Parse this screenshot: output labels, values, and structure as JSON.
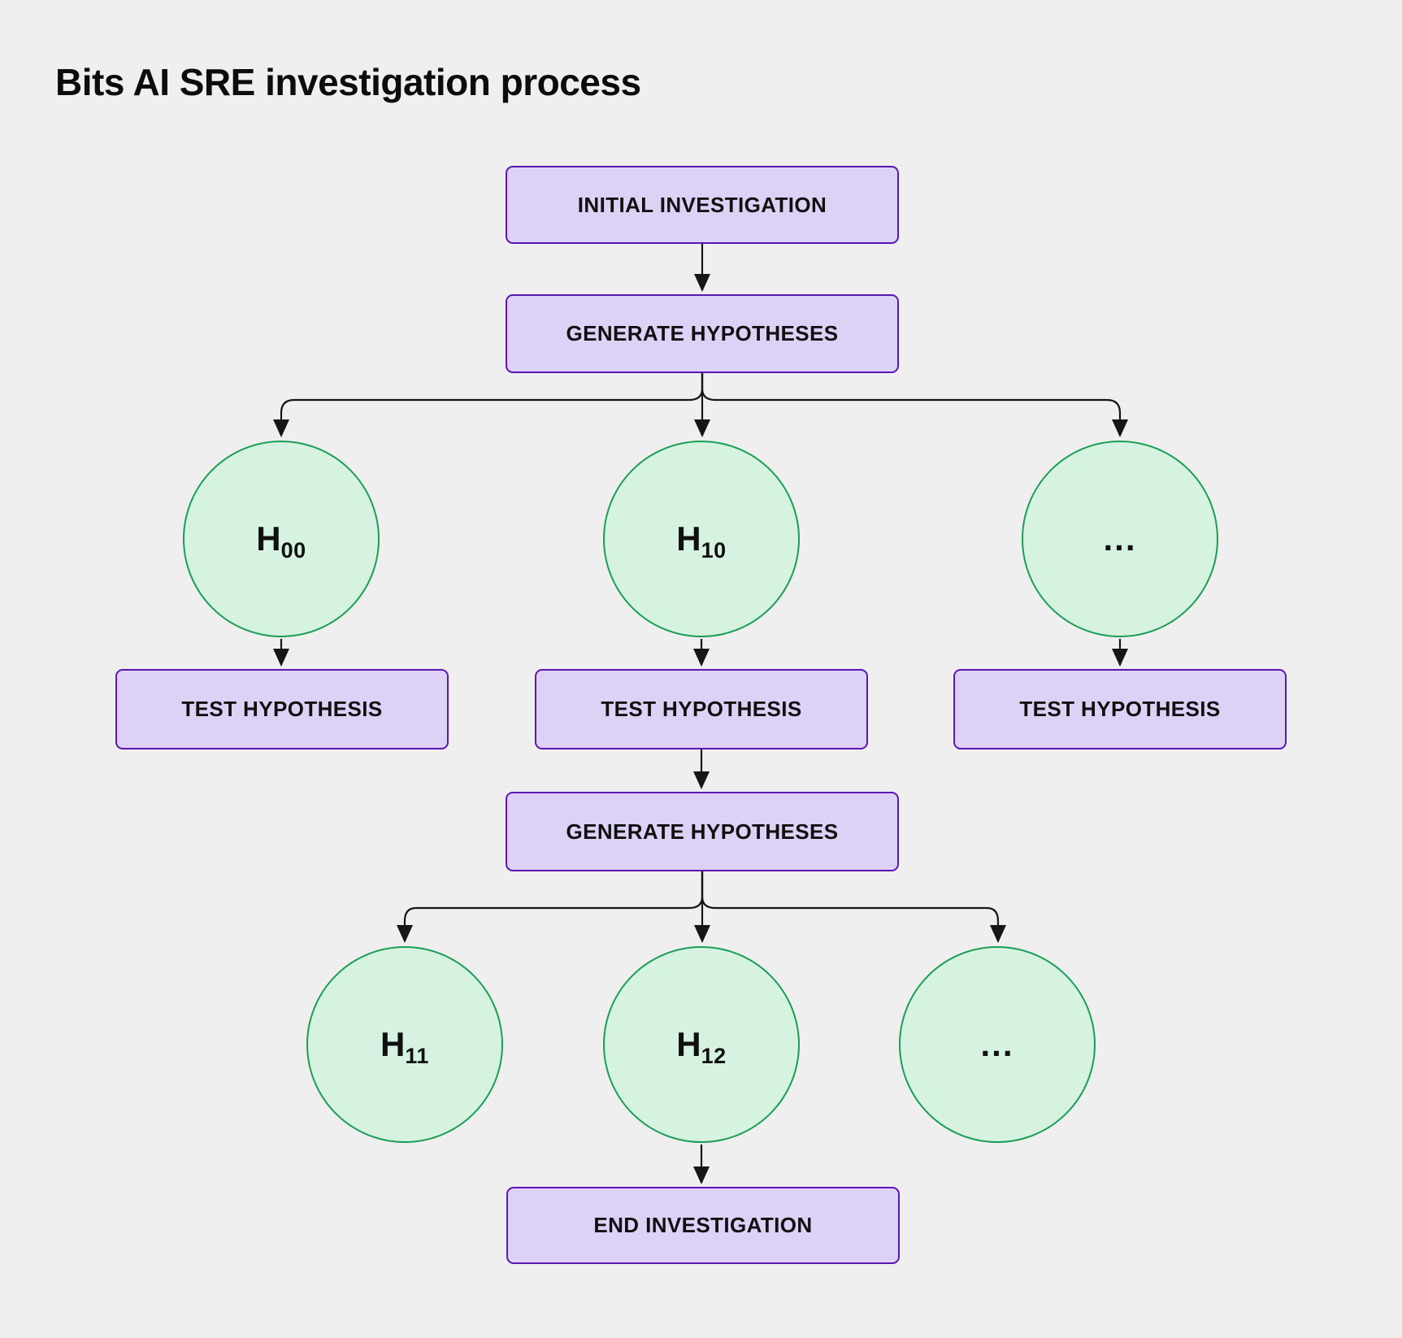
{
  "title": "Bits AI SRE investigation process",
  "colors": {
    "background": "#efefef",
    "box_fill": "#ddd1f6",
    "box_border": "#5b16b4",
    "circle_fill": "#d6f2e0",
    "circle_border": "#1a9e55",
    "connector": "#161616",
    "text": "#101010"
  },
  "nodes": {
    "initial_investigation": {
      "label": "INITIAL INVESTIGATION"
    },
    "generate_hypotheses_1": {
      "label": "GENERATE HYPOTHESES"
    },
    "hypothesis_h00": {
      "main": "H",
      "sub": "00"
    },
    "hypothesis_h10": {
      "main": "H",
      "sub": "10"
    },
    "hypothesis_more_1": {
      "main": "...",
      "sub": ""
    },
    "test_hypothesis_1": {
      "label": "TEST HYPOTHESIS"
    },
    "test_hypothesis_2": {
      "label": "TEST HYPOTHESIS"
    },
    "test_hypothesis_3": {
      "label": "TEST HYPOTHESIS"
    },
    "generate_hypotheses_2": {
      "label": "GENERATE HYPOTHESES"
    },
    "hypothesis_h11": {
      "main": "H",
      "sub": "11"
    },
    "hypothesis_h12": {
      "main": "H",
      "sub": "12"
    },
    "hypothesis_more_2": {
      "main": "...",
      "sub": ""
    },
    "end_investigation": {
      "label": "END INVESTIGATION"
    }
  },
  "edges": [
    {
      "from": "initial-investigation",
      "to": "generate-hypotheses-1"
    },
    {
      "from": "generate-hypotheses-1",
      "to": "hypothesis-h00"
    },
    {
      "from": "generate-hypotheses-1",
      "to": "hypothesis-h10"
    },
    {
      "from": "generate-hypotheses-1",
      "to": "hypothesis-more-1"
    },
    {
      "from": "hypothesis-h00",
      "to": "test-hypothesis-1"
    },
    {
      "from": "hypothesis-h10",
      "to": "test-hypothesis-2"
    },
    {
      "from": "hypothesis-more-1",
      "to": "test-hypothesis-3"
    },
    {
      "from": "test-hypothesis-2",
      "to": "generate-hypotheses-2"
    },
    {
      "from": "generate-hypotheses-2",
      "to": "hypothesis-h11"
    },
    {
      "from": "generate-hypotheses-2",
      "to": "hypothesis-h12"
    },
    {
      "from": "generate-hypotheses-2",
      "to": "hypothesis-more-2"
    },
    {
      "from": "hypothesis-h12",
      "to": "end-investigation"
    }
  ]
}
